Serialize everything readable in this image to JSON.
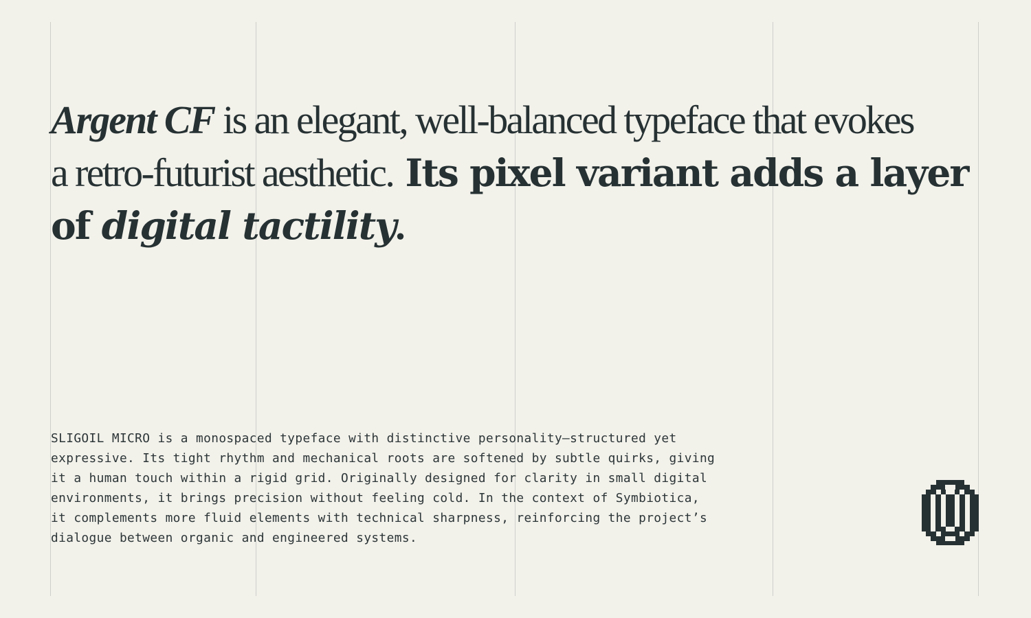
{
  "headline": {
    "brand": "Argent CF",
    "line1_rest": " is an elegant, well-balanced typeface that evokes",
    "line2_serif": "a retro-futurist aesthetic.",
    "line2_pixel": " Its pixel variant adds a layer",
    "line3_pixel": "of ",
    "line3_pixel_italic": "digital tactility",
    "line3_end": "."
  },
  "body": {
    "lines": [
      "SLIGOIL MICRO is a monospaced typeface with distinctive personality—structured yet",
      "expressive. Its tight rhythm and mechanical roots are softened by subtle quirks, giving",
      "it a human touch within a rigid grid. Originally designed for clarity in small digital",
      "environments, it brings precision without feeling cold. In the context of Symbiotica,",
      "it complements more fluid elements with technical sharpness, reinforcing the project’s",
      "dialogue between organic and engineered systems."
    ]
  },
  "colors": {
    "background": "#f2f1ea",
    "ink": "#263133",
    "grid": "#cfd0cb"
  },
  "icons": {
    "logo": "pixel-emblem-icon"
  }
}
